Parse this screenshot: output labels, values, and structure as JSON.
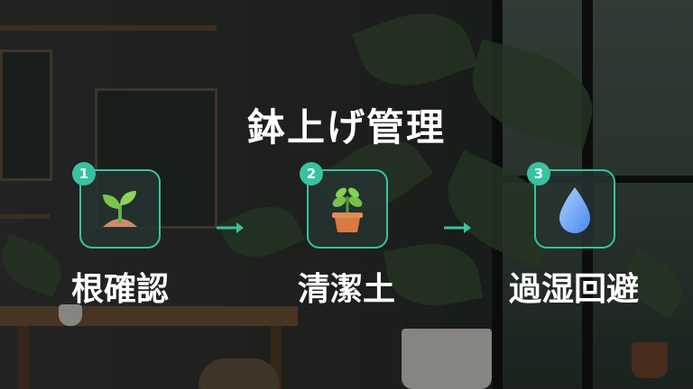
{
  "title": "鉢上げ管理",
  "steps": [
    {
      "number": "1",
      "label": "根確認",
      "icon": "sprout-icon"
    },
    {
      "number": "2",
      "label": "清潔土",
      "icon": "potted-plant-icon"
    },
    {
      "number": "3",
      "label": "過湿回避",
      "icon": "water-drop-icon"
    }
  ],
  "colors": {
    "accent": "#37c2a0",
    "text": "#ffffff"
  }
}
